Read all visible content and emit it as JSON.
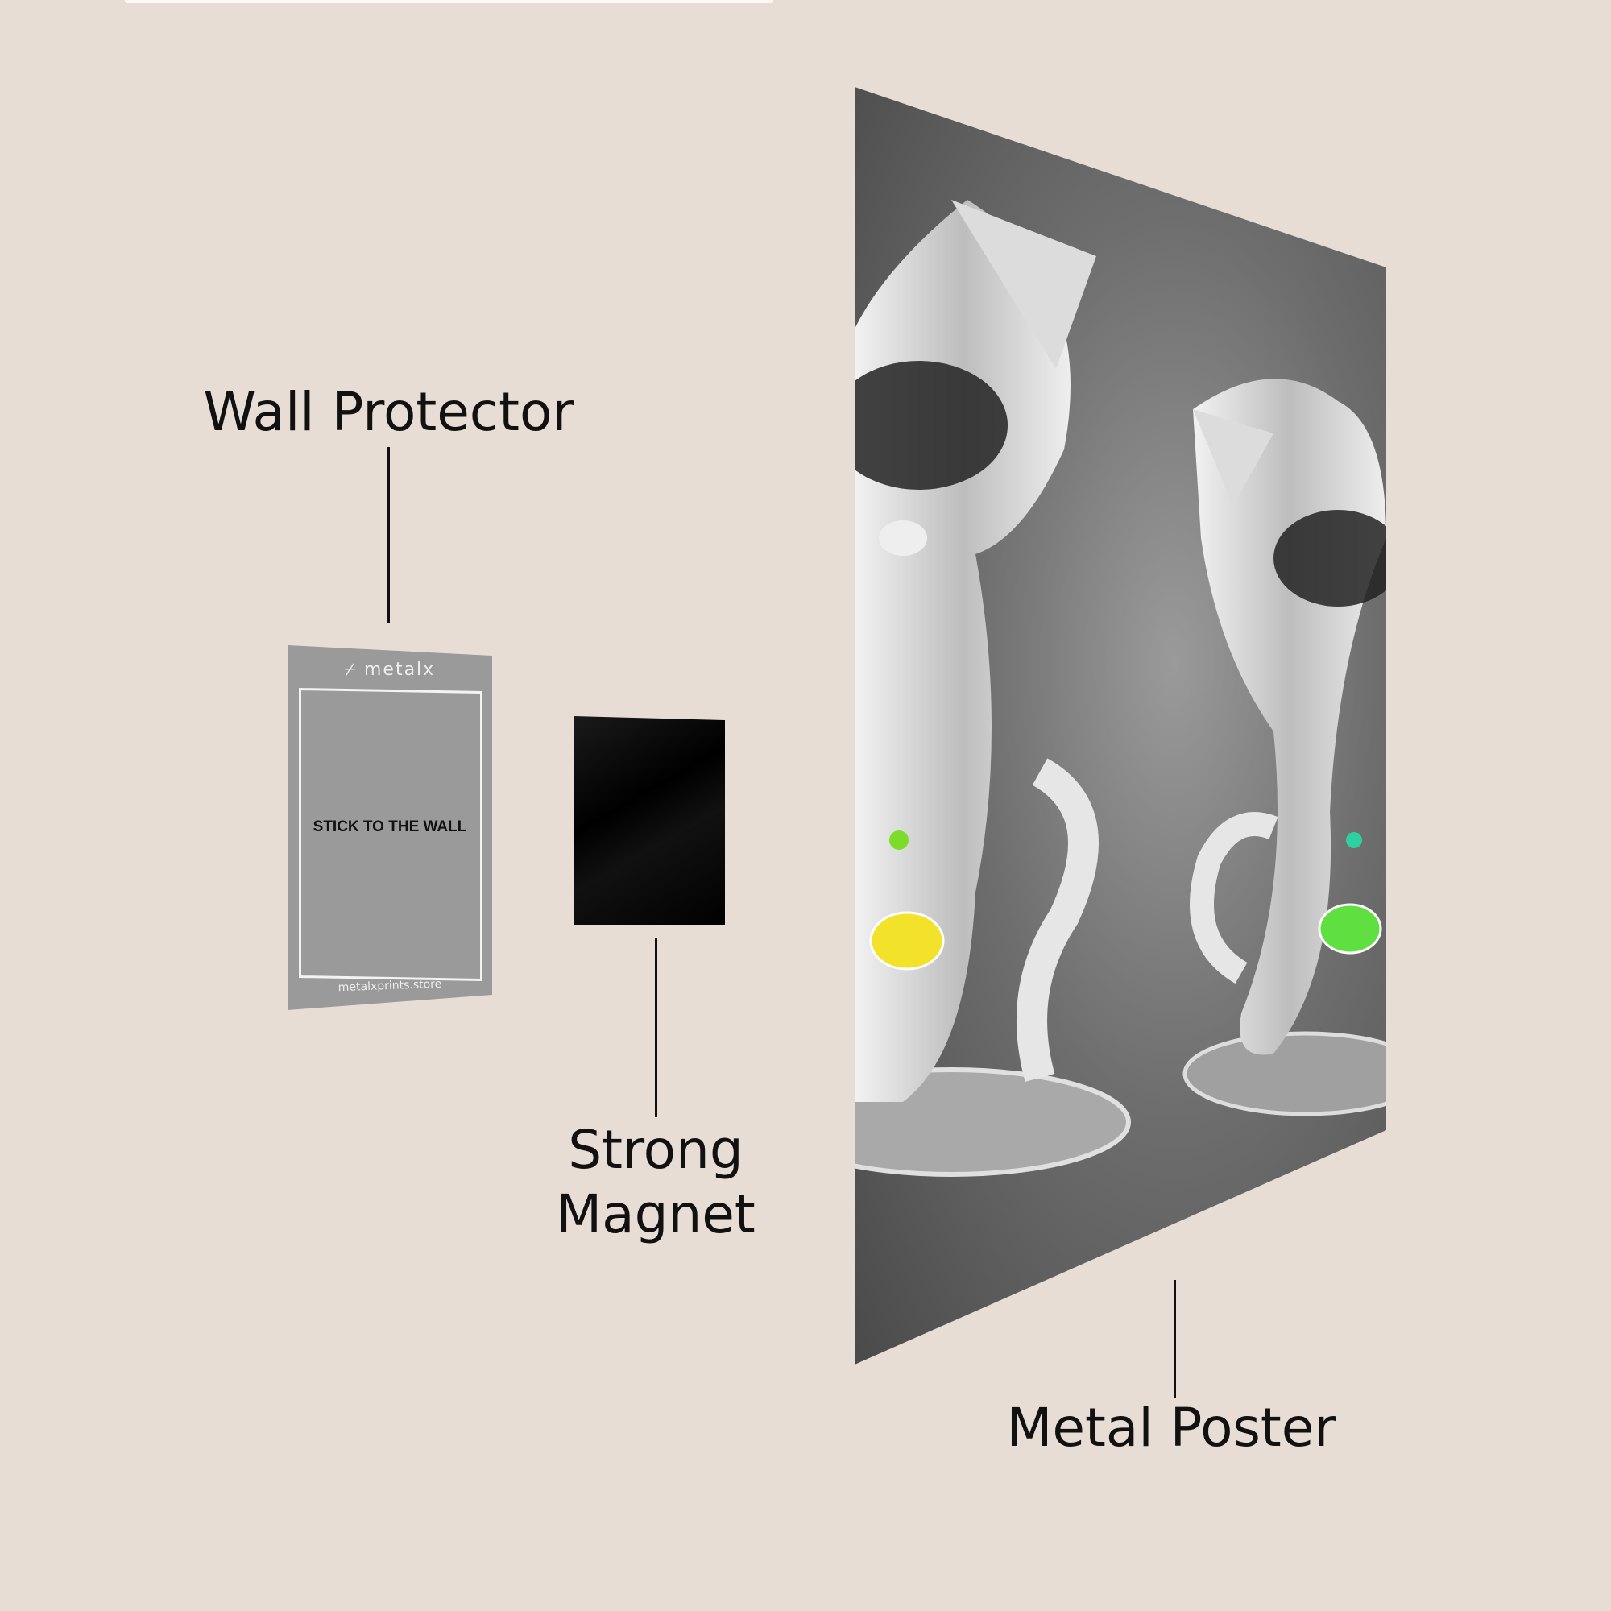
{
  "labels": {
    "wall_protector": "Wall Protector",
    "strong_magnet_line1": "Strong",
    "strong_magnet_line2": "Magnet",
    "metal_poster": "Metal Poster"
  },
  "protector": {
    "logo_text": "metalx",
    "instruction": "STICK TO THE WALL",
    "website": "metalxprints.store"
  },
  "colors": {
    "background": "#e8ddd5",
    "protector": "#9a9a9a",
    "magnet": "#000000"
  }
}
